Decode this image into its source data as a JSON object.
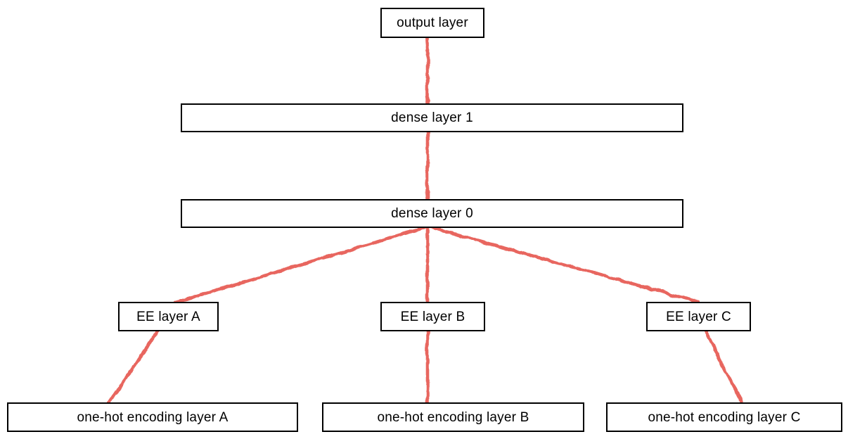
{
  "diagram": {
    "type": "neural-network-architecture",
    "nodes": [
      {
        "id": "output-layer",
        "label": "output layer"
      },
      {
        "id": "dense-layer-1",
        "label": "dense layer 1"
      },
      {
        "id": "dense-layer-0",
        "label": "dense layer 0"
      },
      {
        "id": "ee-layer-a",
        "label": "EE layer A"
      },
      {
        "id": "ee-layer-b",
        "label": "EE layer B"
      },
      {
        "id": "ee-layer-c",
        "label": "EE layer C"
      },
      {
        "id": "one-hot-encoding-layer-a",
        "label": "one-hot encoding layer A"
      },
      {
        "id": "one-hot-encoding-layer-b",
        "label": "one-hot encoding layer B"
      },
      {
        "id": "one-hot-encoding-layer-c",
        "label": "one-hot encoding layer C"
      }
    ],
    "edges": [
      {
        "from": "output-layer",
        "to": "dense-layer-1"
      },
      {
        "from": "dense-layer-1",
        "to": "dense-layer-0"
      },
      {
        "from": "dense-layer-0",
        "to": "ee-layer-a"
      },
      {
        "from": "dense-layer-0",
        "to": "ee-layer-b"
      },
      {
        "from": "dense-layer-0",
        "to": "ee-layer-c"
      },
      {
        "from": "ee-layer-a",
        "to": "one-hot-encoding-layer-a"
      },
      {
        "from": "ee-layer-b",
        "to": "one-hot-encoding-layer-b"
      },
      {
        "from": "ee-layer-c",
        "to": "one-hot-encoding-layer-c"
      }
    ],
    "colors": {
      "edge": "#e8665e",
      "box_border": "#000000",
      "box_fill": "#ffffff",
      "text": "#000000",
      "background": "#ffffff"
    }
  }
}
